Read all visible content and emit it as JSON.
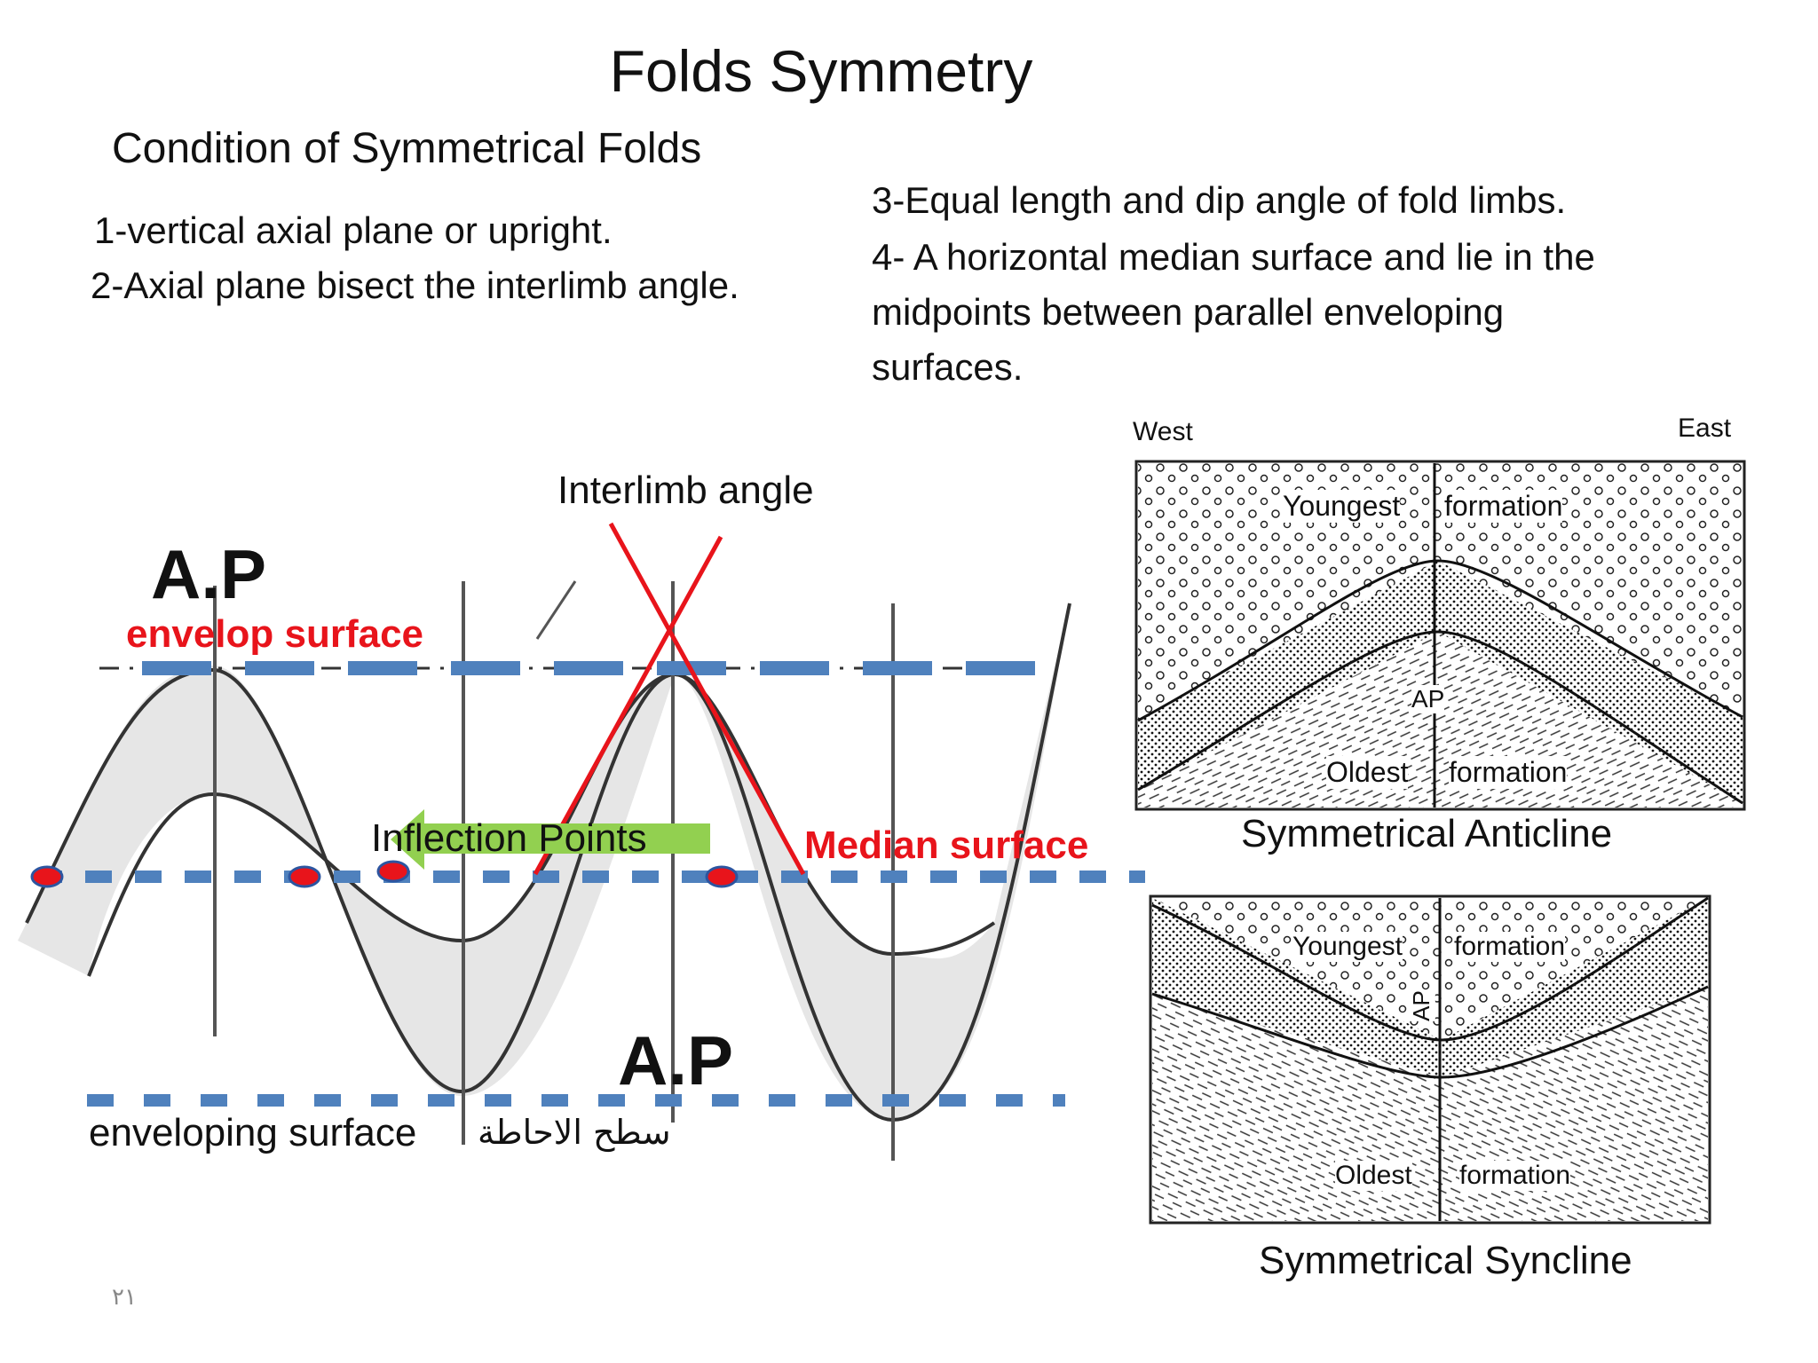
{
  "slide": {
    "title": "Folds Symmetry",
    "subtitle": "Condition of Symmetrical Folds",
    "conditions": [
      "1-vertical axial plane  or upright.",
      "2-Axial plane bisect the interlimb angle.",
      "3-Equal length  and dip angle of fold limbs.",
      "4- A horizontal  median surface and lie in the",
      "midpoints between parallel  enveloping",
      "surfaces."
    ],
    "page_number": "٢١"
  },
  "fold_diagram": {
    "interlimb_label": "Interlimb  angle",
    "ap_top": "A.P",
    "ap_bottom": "A.P",
    "envelop_label": "envelop surface",
    "inflection_label": "Inflection Points",
    "median_label": "Median surface",
    "enveloping_label": "enveloping   surface",
    "arabic_label": "سطح الاحاطة",
    "colors": {
      "envelope_dash": "#4f81bd",
      "red": "#e8141b",
      "arrow_green": "#92d050",
      "fold_fill": "#e6e6e6"
    }
  },
  "anticline": {
    "west": "West",
    "east": "East",
    "youngest": "Youngest",
    "formation_top": "formation",
    "ap": "AP",
    "oldest": "Oldest",
    "formation_bottom": "formation",
    "caption": "Symmetrical Anticline"
  },
  "syncline": {
    "youngest": "Youngest",
    "formation_top": "formation",
    "ap": "AP",
    "oldest": "Oldest",
    "formation_bottom": "formation",
    "caption": "Symmetrical Syncline"
  }
}
